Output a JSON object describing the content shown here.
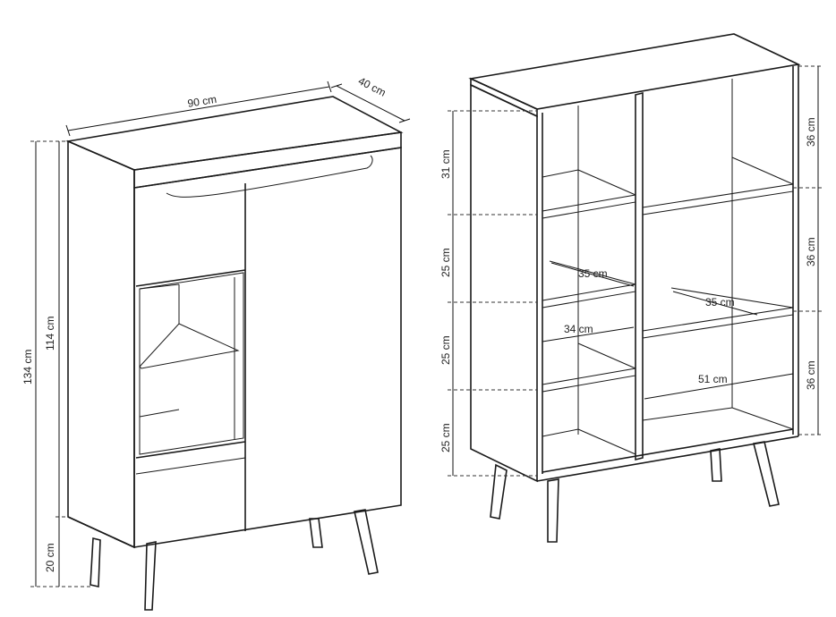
{
  "left_view": {
    "width": "90 cm",
    "depth": "40 cm",
    "total_height": "134 cm",
    "body_height": "114 cm",
    "leg_height": "20 cm"
  },
  "right_view": {
    "left_column_heights": [
      "31 cm",
      "25 cm",
      "25 cm",
      "25 cm"
    ],
    "right_column_heights": [
      "36 cm",
      "36 cm",
      "36 cm"
    ],
    "shelf_depth_left": "35 cm",
    "shelf_depth_right": "35 cm",
    "compartment_width_left": "34 cm",
    "compartment_width_right": "51 cm"
  }
}
